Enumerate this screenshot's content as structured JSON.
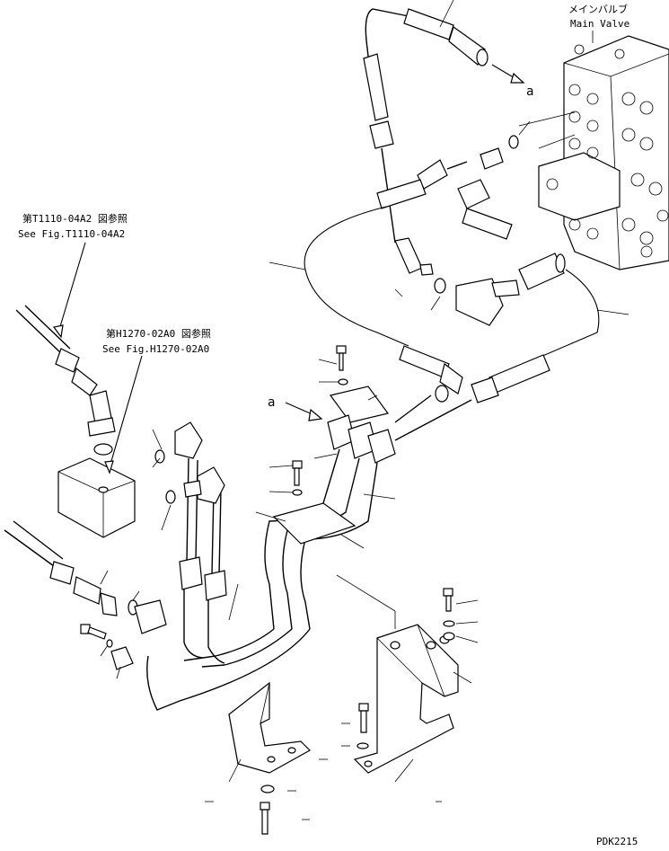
{
  "labels": {
    "main_valve_jp": "メインバルブ",
    "main_valve_en": "Main Valve",
    "ref1_jp": "第T1110-04A2 図参照",
    "ref1_en": "See Fig.T1110-04A2",
    "ref2_jp": "第H1270-02A0 図参照",
    "ref2_en": "See Fig.H1270-02A0",
    "arrow_a_top": "a",
    "arrow_a_mid": "a",
    "figure_code": "PDK2215"
  }
}
